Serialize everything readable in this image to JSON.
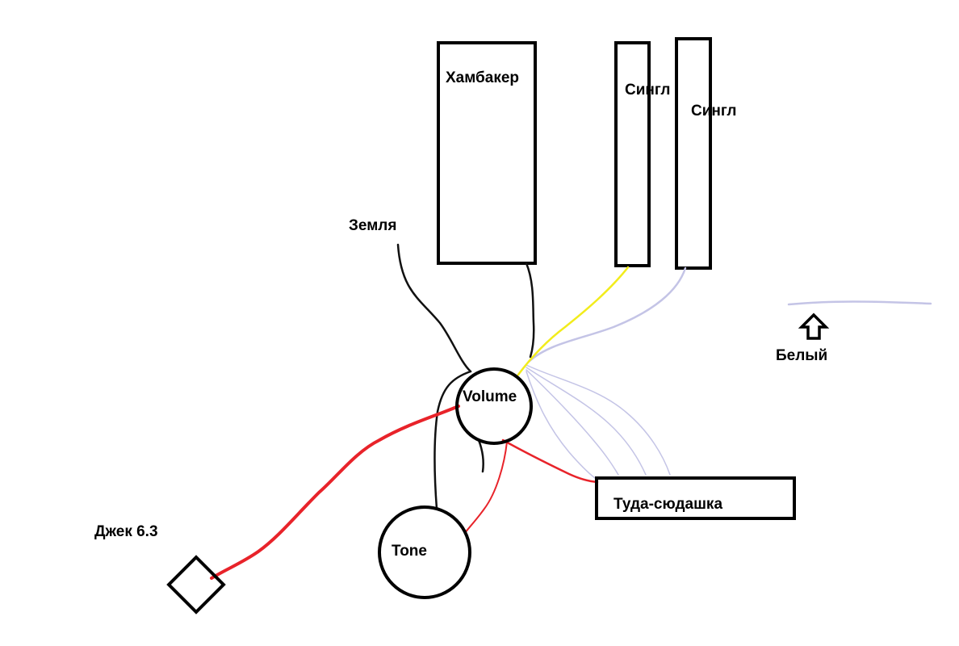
{
  "labels": {
    "humbucker": "Хамбакер",
    "single_1": "Сингл",
    "single_2": "Сингл",
    "ground": "Земля",
    "volume": "Volume",
    "tone": "Tone",
    "switch": "Туда-сюдашка",
    "jack": "Джек 6.3",
    "white": "Белый"
  },
  "colors": {
    "outline": "#000000",
    "ground_wire": "#111111",
    "hot_red": "#e8232a",
    "yellow": "#f2ec1c",
    "white_wire": "#c4c4e6"
  },
  "icons": {
    "arrow": "up-arrow-icon"
  }
}
